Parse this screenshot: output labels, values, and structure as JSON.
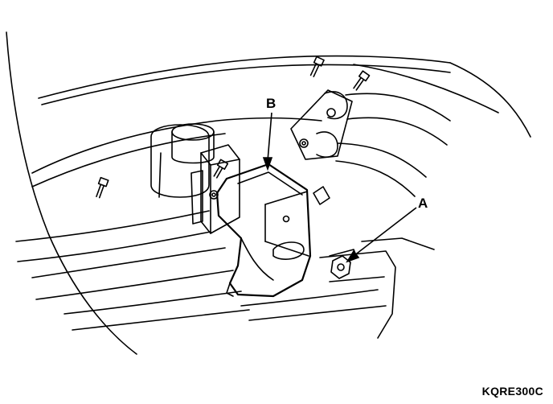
{
  "diagram": {
    "callouts": [
      {
        "id": "A",
        "label": "A"
      },
      {
        "id": "B",
        "label": "B"
      }
    ],
    "reference_code": "KQRE300C",
    "colors": {
      "line": "#000000",
      "background": "#ffffff"
    }
  }
}
